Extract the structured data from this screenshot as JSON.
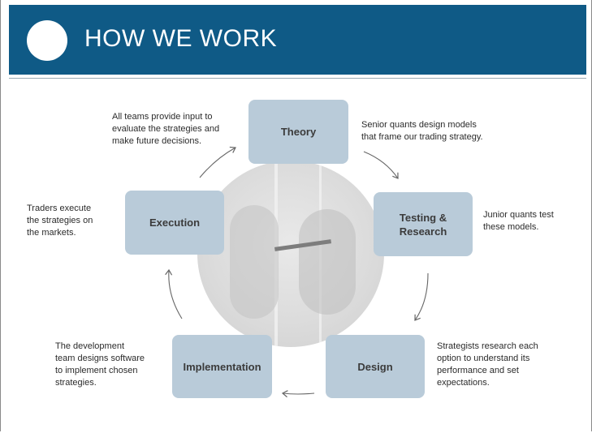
{
  "header": {
    "title": "HOW WE WORK"
  },
  "steps": {
    "theory": {
      "label": "Theory",
      "description": "Senior quants design models\nthat frame our trading strategy."
    },
    "testing": {
      "label": "Testing &\nResearch",
      "description": "Junior quants test\nthese models."
    },
    "design": {
      "label": "Design",
      "description": "Strategists research each\noption to understand its\nperformance and set\nexpectations."
    },
    "implementation": {
      "label": "Implementation",
      "description": "The development\nteam designs software\nto implement chosen\nstrategies."
    },
    "execution": {
      "label": "Execution",
      "description": "Traders execute\nthe strategies on\nthe markets."
    }
  },
  "input_note": "All teams provide input to\nevaluate the strategies and\nmake future decisions.",
  "colors": {
    "header": "#0f5a86",
    "box": "#b9cbd9",
    "arrow": "#666666"
  }
}
